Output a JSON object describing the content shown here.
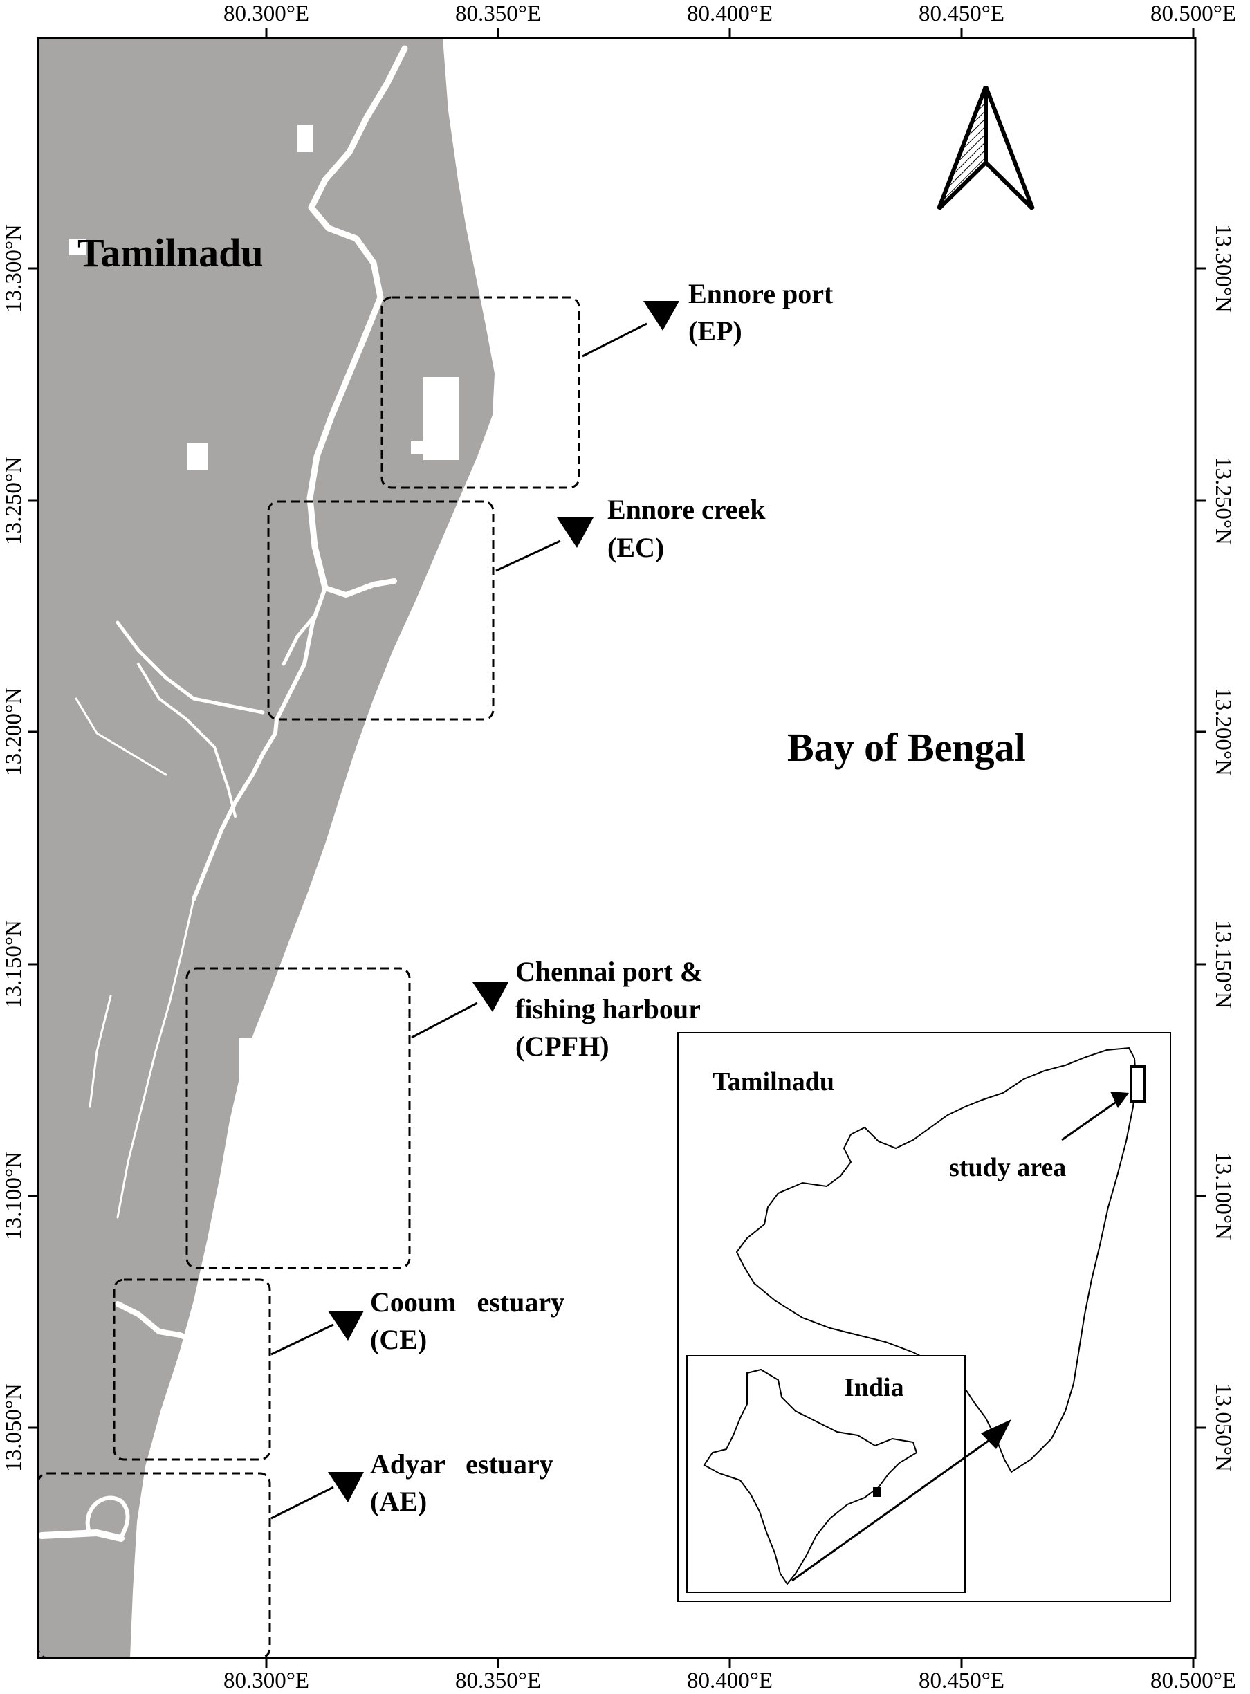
{
  "map": {
    "land_label": "Tamilnadu",
    "sea_label": "Bay of Bengal",
    "land_color": "#a8a5a5",
    "sea_color": "#ffffff",
    "longitude_ticks": [
      "80.300°E",
      "80.350°E",
      "80.400°E",
      "80.450°E",
      "80.500°E"
    ],
    "latitude_ticks": [
      "13.300°N",
      "13.250°N",
      "13.200°N",
      "13.150°N",
      "13.100°N",
      "13.050°N"
    ],
    "north_arrow_icon": "north-arrow-icon"
  },
  "sites": [
    {
      "lines": [
        "Ennore port",
        "(EP)"
      ]
    },
    {
      "lines": [
        "Ennore creek",
        "(EC)"
      ]
    },
    {
      "lines": [
        "Chennai port &",
        "fishing harbour",
        "(CPFH)"
      ]
    },
    {
      "lines": [
        "Cooum   estuary",
        "(CE)"
      ]
    },
    {
      "lines": [
        "Adyar   estuary",
        "(AE)"
      ]
    }
  ],
  "inset": {
    "state_label": "Tamilnadu",
    "study_area_label": "study area",
    "country_label": "India"
  }
}
